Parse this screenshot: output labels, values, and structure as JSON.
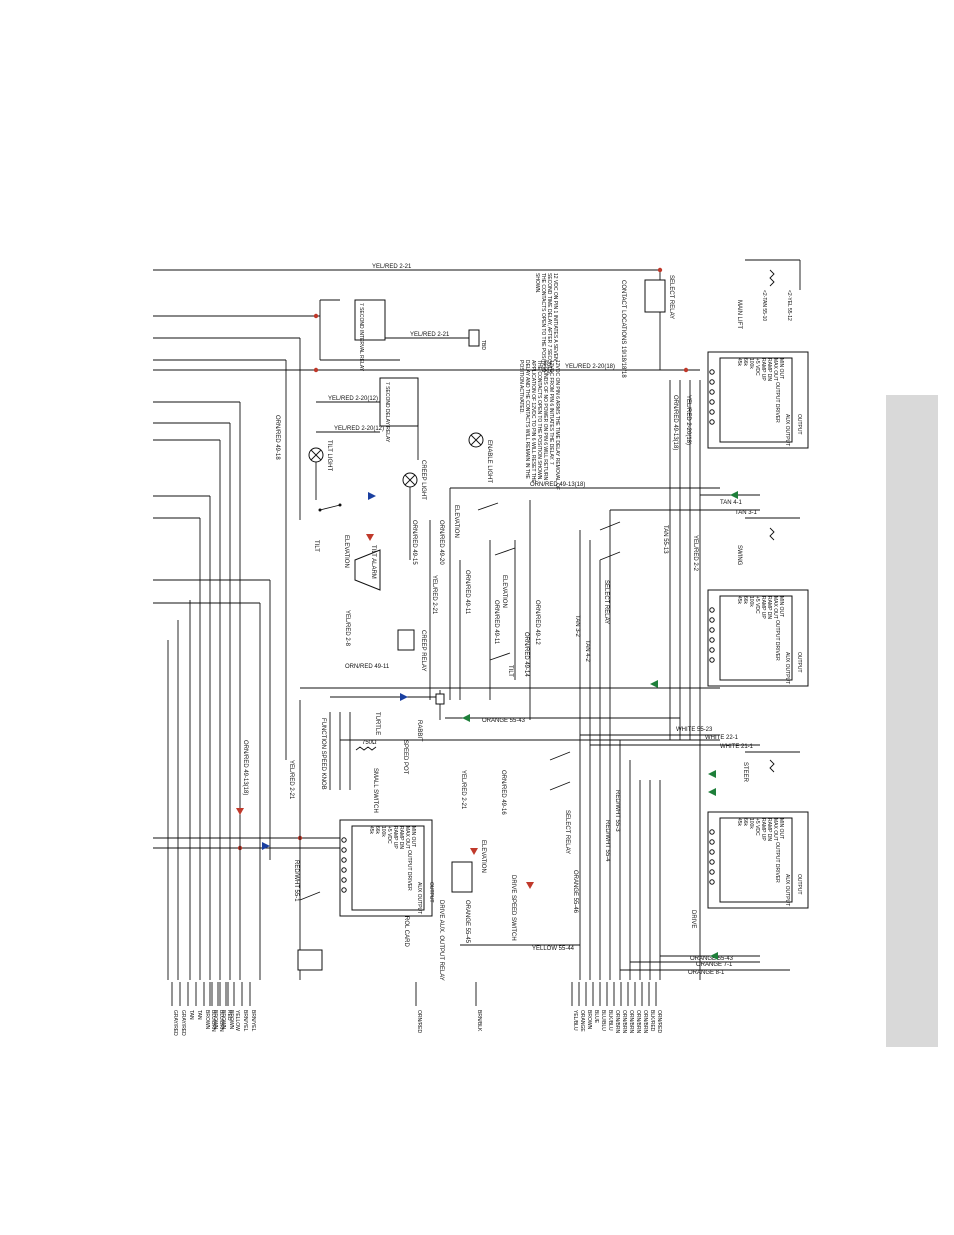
{
  "side_tab": {
    "color": "#d9d9d9"
  },
  "wires_top": {
    "yel_red_2_21": "YEL/RED 2-21",
    "yel_red_2_20": "YEL/RED 2-20(18)",
    "yel_red_2_20_12a": "YEL/RED 2-20(12)",
    "yel_red_2_20_12b": "YEL/RED 2-20(12)",
    "yel_red_2_21_b": "YEL/RED 2-21",
    "orn_red_49_13": "ORN/RED 49-13(18)",
    "orn_red_49_18": "ORN/RED 49-18",
    "orn_red_49_13b": "ORN/RED 49-13(18)",
    "orn_red_49_20": "ORN/RED 49-20",
    "orn_red_49_15": "ORN/RED 49-15",
    "orn_red_49_11": "ORN/RED 49-11",
    "orn_red_49_11b": "ORN/RED 49-11",
    "orn_red_49_12": "ORN/RED 49-12",
    "orn_red_49_14": "ORN/RED 49-14",
    "orn_red_49_16": "ORN/RED 49-16",
    "orn_red_49_13c": "ORN/RED 49-13(18)",
    "yel_red_2_8": "YEL/RED 2-8",
    "yel_red_2_21c": "YEL/RED 2-21",
    "yel_red_2_21d": "YEL/RED 2-21",
    "yel_red_2_21e": "YEL/RED 2-21",
    "red_wht_55_1": "RED/WHT 55-1",
    "red_wht_55_3": "RED/WHT 55-3",
    "red_wht_55_4": "RED/WHT 55-4"
  },
  "notes": {
    "time_delay_1": "12 VDC ON PIN 1 INITIATES A SEVEN SECOND TIME DELAY, AFTER 7 SECONDS, THE CONTACTS OPEN TO THE POSITION SHOWN.",
    "time_delay_2": "12VDC ON PIN 6 ARMS THE TIME DELAY REMOVAL OF 12VDC FROM PIN 6 INITIATES THE DELAY. 7 SECONDS OF NO POWER ON PIN 6 WILL RETURN THE CONTACTS OPEN TO THE POSITION SHOWN. APPLICATION OF 12VDC TO PIN 6 WILL RESET THE DELAY AND THE CONTACTS WILL REMAIN IN THE POSITION ACTIVATED.",
    "contact_locations": "CONTACT LOCATIONS 19/18/18/18",
    "seven_sec_relay_a": "7 SECOND INTERVAL RELAY",
    "seven_sec_relay_b": "7 SECOND DELAY RELAY"
  },
  "components": {
    "select_relay_top": "SELECT RELAY",
    "main_lift": "MAIN LIFT",
    "tilt_light": "TILT LIGHT",
    "enable_light": "ENABLE LIGHT",
    "creep_light": "CREEP LIGHT",
    "tilt_alarm": "TILT ALARM",
    "elevation_a": "ELEVATION",
    "elevation_b": "ELEVATION",
    "elevation_c": "ELEVATION",
    "elevation_d": "ELEVATION",
    "tilt_a": "TILT",
    "tilt_b": "TILT",
    "creep_relay": "CREEP RELAY",
    "select_relay_mid": "SELECT RELAY",
    "select_relay_low": "SELECT RELAY",
    "swing": "SWING",
    "steer": "STEER",
    "drive": "DRIVE",
    "turtle": "TURTLE",
    "rabbit": "RABBIT",
    "function_speed_knob": "FUNCTION SPEED KNOB",
    "speed_pot": "SPEED POT",
    "small_switch": "SMALL SWITCH",
    "drive_aux_relay": "DRIVE AUX. OUTPUT RELAY",
    "drive_speed_switch": "DRIVE SPEED SWITCH",
    "flow_control_card": "FLOW CONTROL CARD",
    "resistor": "750Ω",
    "tbd": "TBD"
  },
  "card": {
    "r45": "45k",
    "r66": "66k",
    "r100": "100k",
    "vdc": "+5 VDC",
    "ramp_up": "RAMP UP",
    "ramp_dn": "RAMP DN",
    "max_out": "MAX OUT",
    "min_out": "MIN OUT",
    "output_driver": "OUTPUT DRIVER",
    "aux_output": "AUX OUTPUT",
    "output": "OUTPUT"
  },
  "mid_wires": {
    "tan_4_1": "TAN 4-1",
    "tan_3_1": "TAN 3-1",
    "tan_55_13": "TAN 55-13",
    "tan_3_2": "TAN 3-2",
    "tan_4_2": "TAN 4-2",
    "yel_red_2_2": "YEL/RED 2-2",
    "white_55_23": "WHITE 55-23",
    "white_22_1": "WHITE 22-1",
    "white_21_1": "WHITE 21-1",
    "orange_55_43": "ORANGE 55-43",
    "orange_55_43b": "ORANGE 55-43",
    "orange_7_1": "ORANGE 7-1",
    "orange_8_1": "ORANGE 8-1",
    "yellow_55_44": "YELLOW 55-44",
    "orange_55_45": "ORANGE 55-45",
    "orange_55_46": "ORANGE 55-46"
  },
  "bottom_labels_left": [
    "GRAY/RED",
    "GRAY/RED",
    "TAN",
    "TAN",
    "BROWN",
    "BROWN",
    "BROWN",
    "BROWN"
  ],
  "bottom_labels_left2": [
    "BLU/BRN",
    "BLU/BRN",
    "RED",
    "YELLOW",
    "BRN/YEL",
    "BRN/YEL"
  ],
  "bottom_labels_mid": [
    "ORN/RED",
    "BRN/BLK"
  ],
  "bottom_labels_right": [
    "YEL/BLU",
    "ORANGE",
    "BROWN",
    "BLUE",
    "BLU/BLU",
    "BLK/BLU",
    "ORN/BRN",
    "ORN/BRN",
    "ORN/BRN",
    "ORN/BRN",
    "ORN/BRN",
    "BLK/RED",
    "ORN/RED"
  ]
}
